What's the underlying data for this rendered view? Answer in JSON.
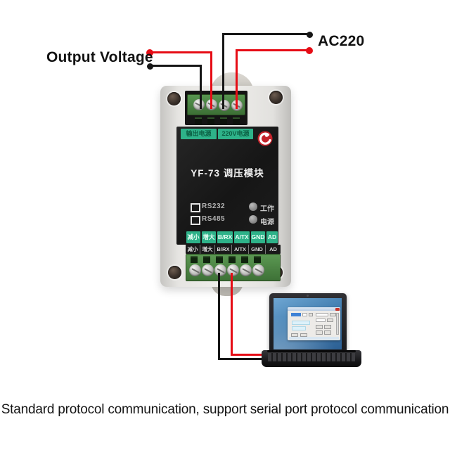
{
  "annotations": {
    "output_voltage": "Output Voltage",
    "ac220": "AC220"
  },
  "module": {
    "power_labels": [
      "输出电源",
      "220V电源"
    ],
    "title": "YF-73 调压模块",
    "interfaces": [
      "RS232",
      "RS485"
    ],
    "leds": [
      "工作",
      "电源"
    ],
    "terminal_strip": [
      "减小",
      "增大",
      "B/RX",
      "A/TX",
      "GND",
      "AD"
    ],
    "terminal_block_labels": [
      "减小",
      "增大",
      "B/RX",
      "A/TX",
      "GND",
      "AD"
    ]
  },
  "caption": "Standard protocol communication, support serial port protocol communication",
  "colors": {
    "wire_red": "#e60c15",
    "wire_black": "#161616",
    "label_green": "#2eb289",
    "terminal_green": "#4a8a42",
    "panel_black": "#1c1c1c",
    "logo_red": "#c4232b",
    "screen_blue": "#4580b2"
  }
}
